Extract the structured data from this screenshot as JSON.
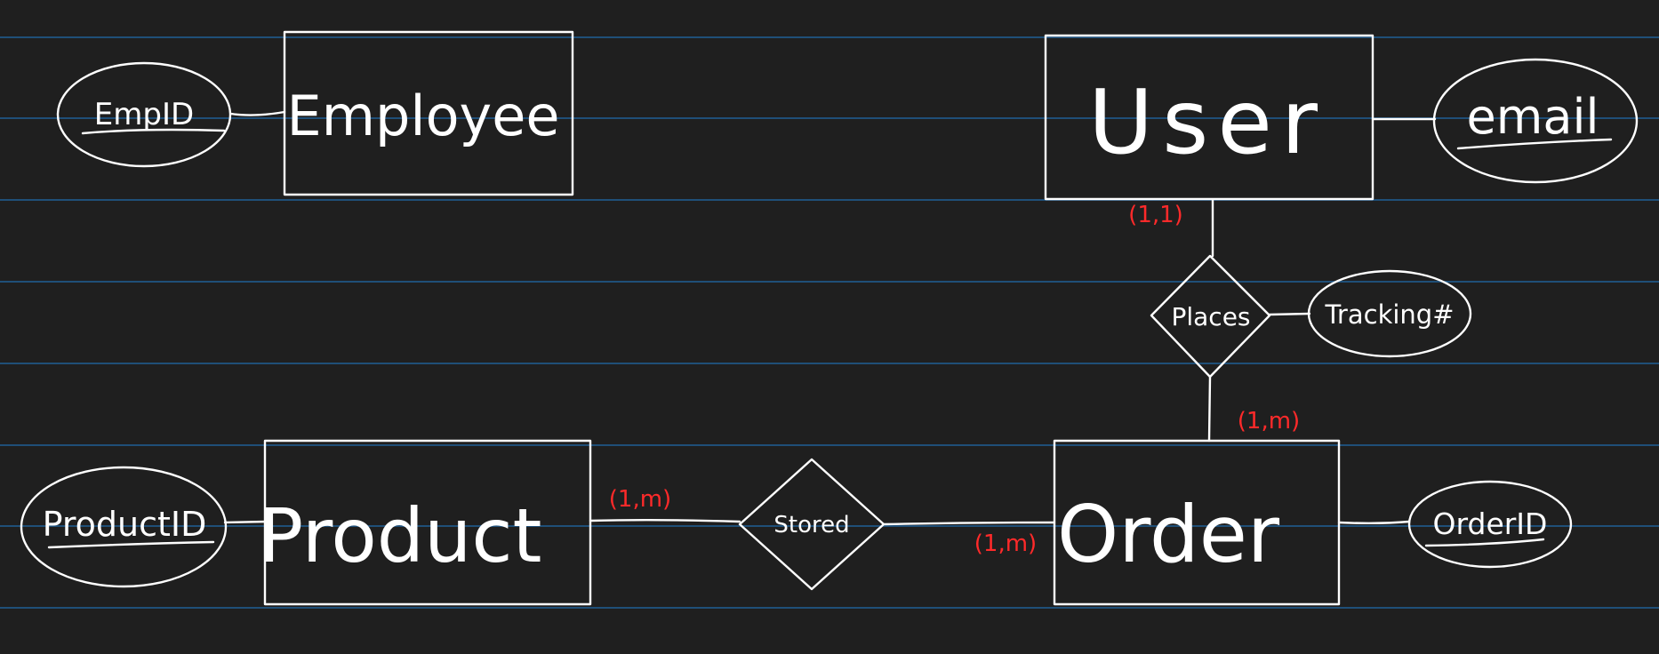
{
  "diagram": {
    "colors": {
      "background": "#1f1f1f",
      "ink": "#ffffff",
      "cardinality": "#ff2a2a",
      "ruled_lines": "#1f4f78"
    },
    "entities": {
      "employee": "Employee",
      "user": "User",
      "product": "Product",
      "order": "Order"
    },
    "attributes": {
      "emp_id": "EmpID",
      "email": "email",
      "product_id": "ProductID",
      "order_id": "OrderID",
      "tracking": "Tracking#"
    },
    "relationships": {
      "places": "Places",
      "stored": "Stored"
    },
    "cardinalities": {
      "user_places": "(1,1)",
      "order_places": "(1,m)",
      "product_stored": "(1,m)",
      "order_stored": "(1,m)"
    }
  }
}
